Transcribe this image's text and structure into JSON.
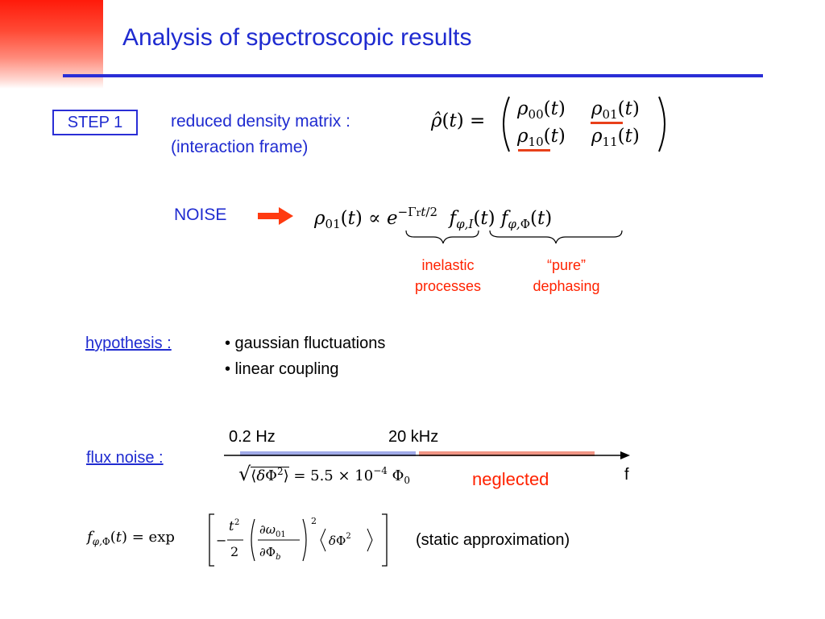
{
  "header": {
    "title": "Analysis of spectroscopic results"
  },
  "step1": {
    "label": "STEP 1",
    "description_line1": "reduced density matrix :",
    "description_line2": "(interaction frame)"
  },
  "noise": {
    "label": "NOISE",
    "brace1_label_line1": "inelastic",
    "brace1_label_line2": "processes",
    "brace2_label_line1": "“pure”",
    "brace2_label_line2": "dephasing"
  },
  "hypothesis": {
    "label": "hypothesis :",
    "items": [
      "• gaussian fluctuations",
      "• linear coupling"
    ]
  },
  "flux_noise": {
    "label": "flux noise :",
    "low_freq": "0.2 Hz",
    "high_freq": "20 kHz",
    "neglected": "neglected",
    "axis_label": "f",
    "static_approx": "(static approximation)"
  },
  "colors": {
    "title_blue": "#1f2bd0",
    "accent_red": "#ff2200",
    "band_blue": "#7f8fe0",
    "band_red": "#f08070"
  }
}
